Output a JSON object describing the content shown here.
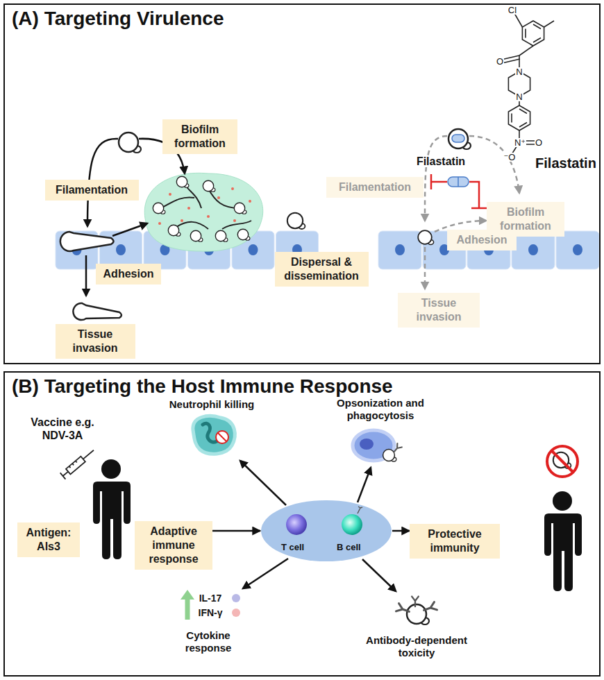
{
  "diagram": {
    "nodes": [
      {
        "text": [
          "(A) Targeting Virulence"
        ]
      },
      {
        "text": [
          "Filamentation"
        ],
        "in": 0
      },
      {
        "text": [
          "Biofilm formation"
        ],
        "in": 0
      },
      {
        "text": [
          "Adhesion"
        ],
        "in": 0
      },
      {
        "text": [
          "Dispersal & dissemination"
        ],
        "in": 0
      },
      {
        "text": [
          "Tissue invasion"
        ],
        "in": 0
      },
      {
        "text": [
          "Filamentation"
        ],
        "in": 0
      },
      {
        "text": [
          "Biofilm formation"
        ],
        "in": 0
      },
      {
        "text": [
          "Adhesion"
        ],
        "in": 0
      },
      {
        "text": [
          "Tissue invasion"
        ],
        "in": 0
      },
      {
        "text": [
          "(B) Targeting the Host Immune Response"
        ]
      },
      {
        "text": [
          "Antigen: Als3"
        ],
        "in": 10
      },
      {
        "text": [
          "Adaptive immune response"
        ],
        "in": 10
      },
      {
        "text": [
          "T cell",
          "B cell"
        ],
        "in": 10
      },
      {
        "text": [
          "Protective immunity"
        ],
        "in": 10
      }
    ],
    "edges": [
      {
        "from": 12,
        "to": 13,
        "arrow": "to"
      },
      {
        "from": 13,
        "to": 14,
        "arrow": "to"
      }
    ],
    "labels": [
      "Filastatin",
      "Filastatin",
      "Vaccine e.g. NDV-3A",
      "Neutrophil killing",
      "Opsonization and phagocytosis",
      "IL-17",
      "IFN-γ",
      "Cytokine response",
      "Antibody-dependent toxicity",
      "Cl",
      "O",
      "N",
      "N",
      "N⁺",
      "O",
      "⁻O"
    ]
  }
}
